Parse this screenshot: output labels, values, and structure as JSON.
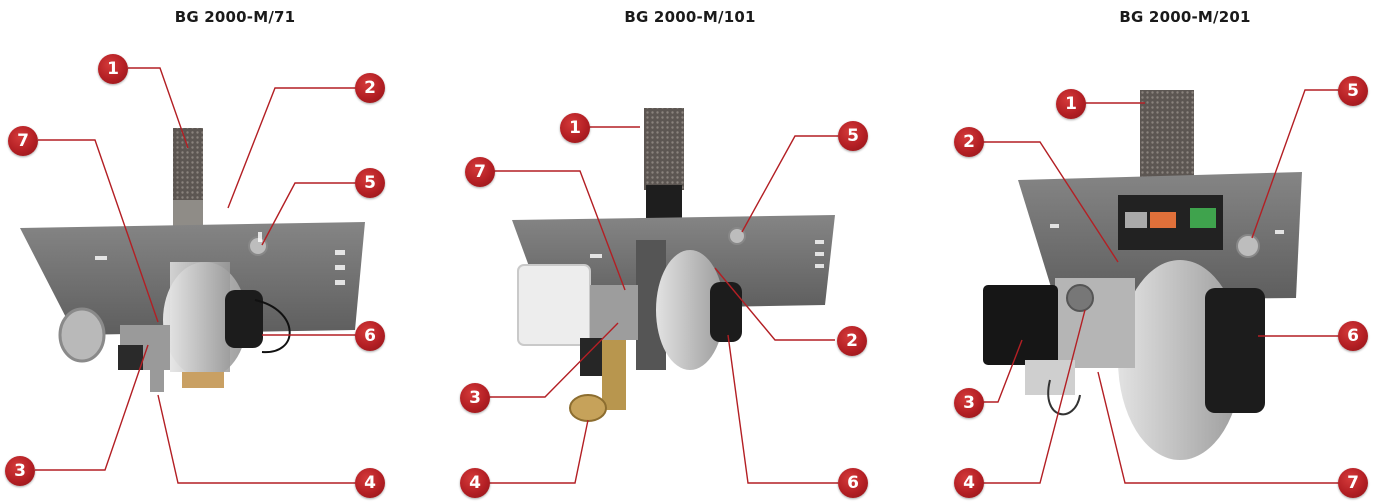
{
  "panels": [
    {
      "title": "BG 2000-M/71",
      "callouts": [
        "1",
        "2",
        "3",
        "4",
        "5",
        "6",
        "7"
      ]
    },
    {
      "title": "BG 2000-M/101",
      "callouts": [
        "1",
        "2",
        "3",
        "4",
        "5",
        "6",
        "7"
      ]
    },
    {
      "title": "BG 2000-M/201",
      "callouts": [
        "1",
        "2",
        "3",
        "4",
        "5",
        "6",
        "7"
      ]
    }
  ],
  "colors": {
    "callout": "#b31f24",
    "leader": "#b31f24",
    "plate": "#6f6f6f",
    "tube": "#5a5450",
    "housing": "#bdbdbd",
    "motor": "#1c1c1c"
  }
}
